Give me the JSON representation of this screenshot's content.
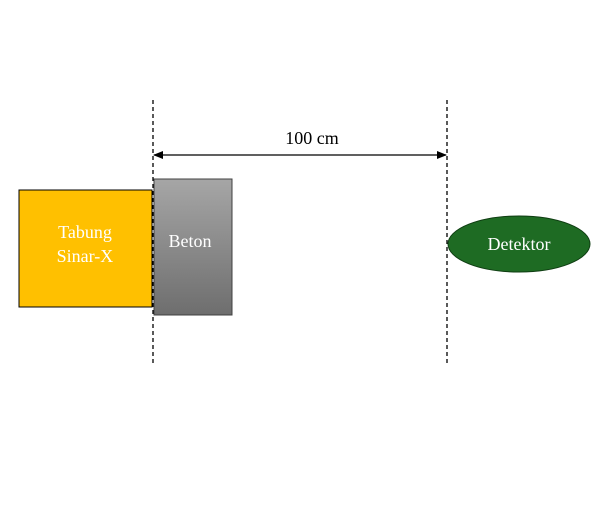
{
  "distance_label": "100 cm",
  "xray_tube": {
    "label_line1": "Tabung",
    "label_line2": "Sinar-X",
    "color": "#FFC000"
  },
  "concrete": {
    "label": "Beton",
    "gradient_top": "#A6A6A6",
    "gradient_bottom": "#6E6E6E"
  },
  "detector": {
    "label": "Detektor",
    "color": "#1E6B23"
  }
}
